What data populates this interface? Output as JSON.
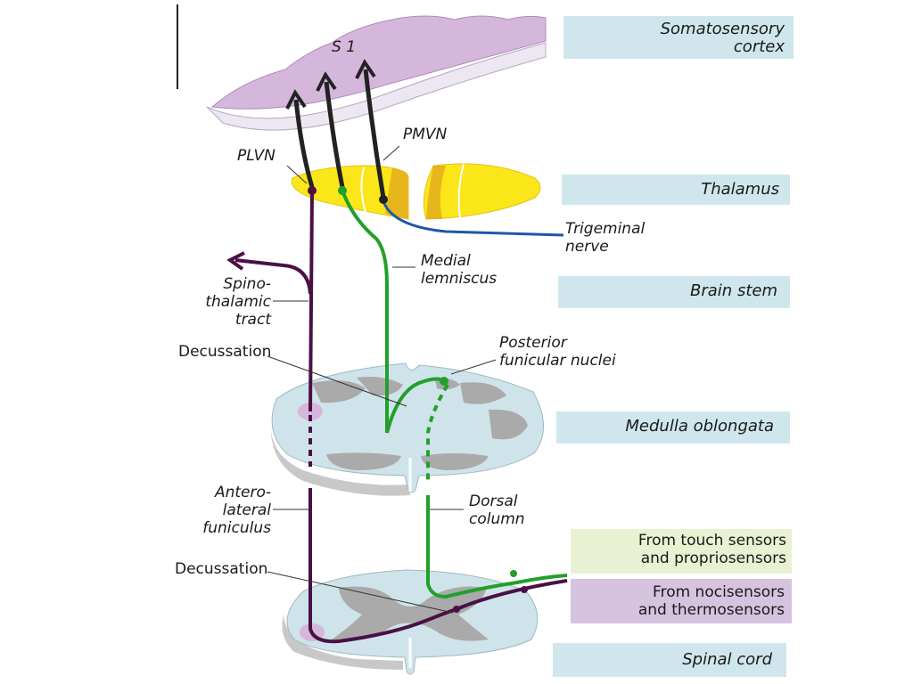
{
  "regions": {
    "somatosensory_cortex": [
      "Somatosensory",
      "cortex"
    ],
    "thalamus": "Thalamus",
    "brain_stem": "Brain stem",
    "medulla_oblongata": "Medulla oblongata",
    "spinal_cord": "Spinal cord",
    "touch_sensors": [
      "From touch sensors",
      "and propriosensors"
    ],
    "nocisensors": [
      "From nocisensors",
      "and thermosensors"
    ]
  },
  "labels": {
    "s1": "S 1",
    "plvn": "PLVN",
    "pmvn": "PMVN",
    "trigeminal_nerve": [
      "Trigeminal",
      "nerve"
    ],
    "medial_lemniscus": [
      "Medial",
      "lemniscus"
    ],
    "spinothalamic_tract": [
      "Spino-",
      "thalamic",
      "tract"
    ],
    "decussation_medulla": "Decussation",
    "posterior_funicular_nuclei": [
      "Posterior",
      "funicular nuclei"
    ],
    "anterolateral_funiculus": [
      "Antero-",
      "lateral",
      "funiculus"
    ],
    "dorsal_column": [
      "Dorsal",
      "column"
    ],
    "decussation_spinal": "Decussation"
  },
  "colors": {
    "cortex": "#d6b7dc",
    "cortex_white": "#ece7f1",
    "thalamus": "#fbe61a",
    "thalamus_shade": "#e7b51c",
    "tissue": "#cfe4ea",
    "gray_matter": "#aaaaaa",
    "box": "#cfe7ec",
    "box_green": "#e8f2d2",
    "box_purple": "#d5c3df",
    "green_path": "#22a02a",
    "purple_path": "#4a1046",
    "blue_path": "#1d57a8",
    "black_path": "#222222"
  }
}
